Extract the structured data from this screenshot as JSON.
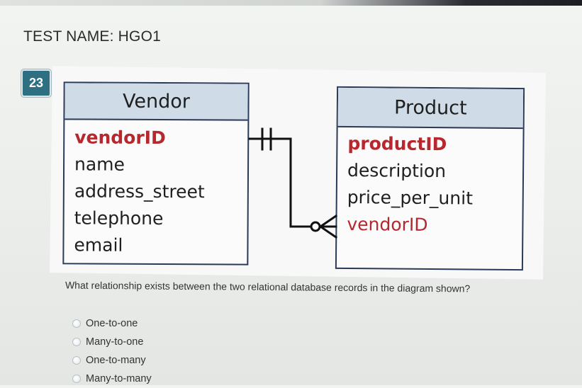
{
  "test": {
    "title": "TEST NAME:  HGO1"
  },
  "question": {
    "number": "23",
    "text": "What relationship exists between the two relational database records in the diagram shown?",
    "options": [
      {
        "label": "One-to-one"
      },
      {
        "label": "Many-to-one"
      },
      {
        "label": "One-to-many"
      },
      {
        "label": "Many-to-many"
      }
    ]
  },
  "diagram": {
    "vendor": {
      "title": "Vendor",
      "fields": [
        "vendorID",
        "name",
        "address_street",
        "telephone",
        "email"
      ],
      "primary_key": "vendorID"
    },
    "product": {
      "title": "Product",
      "fields": [
        "productID",
        "description",
        "price_per_unit",
        "vendorID"
      ],
      "primary_key": "productID",
      "foreign_key": "vendorID"
    },
    "relationship": {
      "vendor_end": "one-and-only-one",
      "product_end": "zero-or-many"
    }
  },
  "colors": {
    "badge": "#2f6f82",
    "header_fill": "#cfdbe6",
    "border": "#2a3a5a",
    "key_text": "#b7282e"
  }
}
